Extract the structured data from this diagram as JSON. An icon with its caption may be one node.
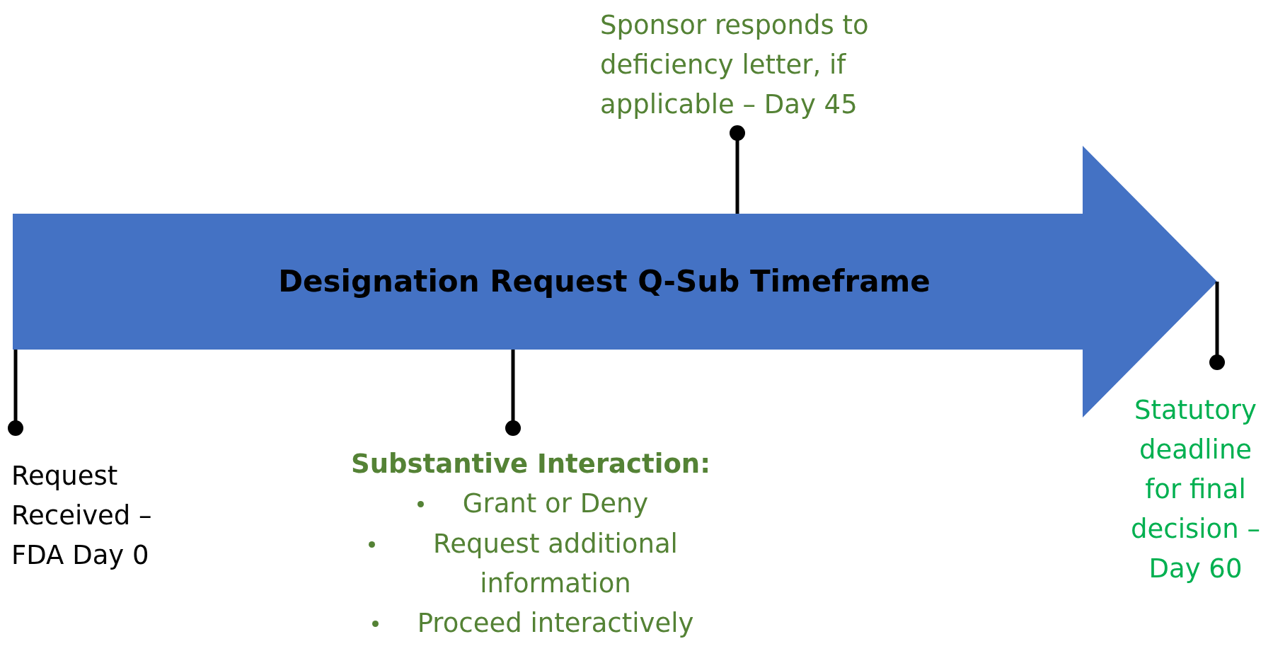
{
  "diagram": {
    "nodes": [
      {
        "text": [
          "Designation Request Q-Sub Timeframe"
        ]
      },
      {
        "text": [
          "Sponsor responds to deficiency letter, if applicable – Day 45"
        ]
      },
      {
        "text": [
          "Request Received – FDA Day 0"
        ]
      },
      {
        "text": [
          "Substantive Interaction:",
          "Grant or Deny",
          "Request additional information",
          "Proceed interactively"
        ]
      },
      {
        "text": [
          "Statutory deadline for final decision – Day 60"
        ]
      }
    ],
    "edges": [
      {
        "from": 0,
        "to": 1,
        "arrow": "other"
      },
      {
        "from": 0,
        "to": 2,
        "arrow": "other"
      },
      {
        "from": 0,
        "to": 3,
        "arrow": "other"
      },
      {
        "from": 0,
        "to": 4,
        "arrow": "other"
      }
    ]
  }
}
